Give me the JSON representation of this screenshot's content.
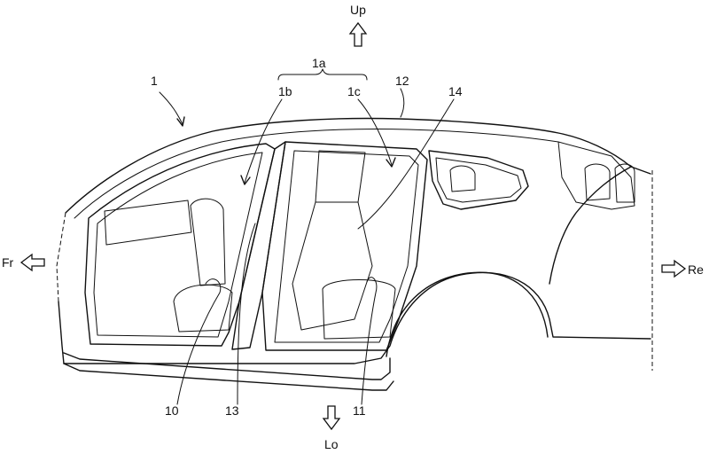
{
  "figure": {
    "direction_labels": {
      "up": "Up",
      "lower": "Lo",
      "front": "Fr",
      "rear": "Re"
    },
    "reference_numerals": {
      "vehicle": "1",
      "opening_group": "1a",
      "front_opening": "1b",
      "rear_opening": "1c",
      "item_10": "10",
      "item_11": "11",
      "item_12": "12",
      "item_13": "13",
      "item_14": "14"
    }
  }
}
